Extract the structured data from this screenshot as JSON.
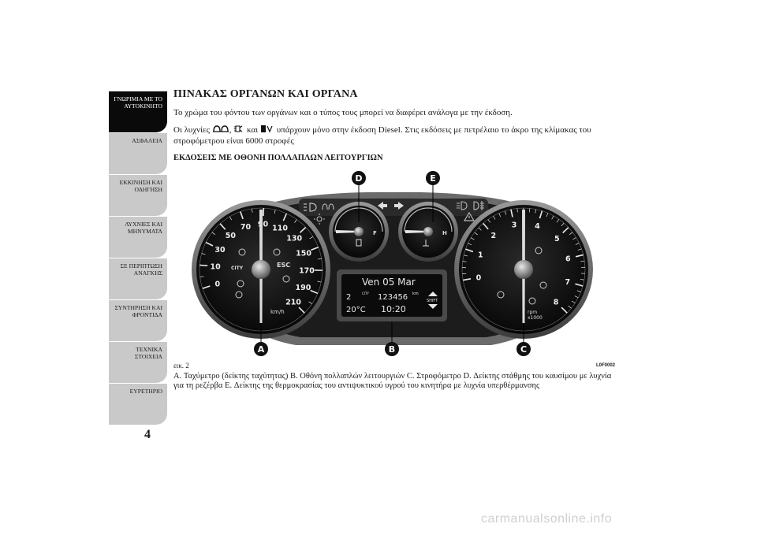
{
  "sidebar": {
    "items": [
      {
        "label": "ΓΝΩΡΙΜΙΑ ΜΕ ΤΟ\nΑΥΤΟΚΙΝΗΤΟ",
        "active": true
      },
      {
        "label": "ΑΣΦΑΛΕΙΑ",
        "active": false
      },
      {
        "label": "ΕΚΚΙΝΗΣΗ ΚΑΙ\nΟΔΗΓΗΣΗ",
        "active": false
      },
      {
        "label": "ΛΥΧΝΙΕΣ ΚΑΙ\nΜΗΝΥΜΑΤΑ",
        "active": false
      },
      {
        "label": "ΣΕ ΠΕΡΙΠΤΩΣΗ\nΑΝΑΓΚΗΣ",
        "active": false
      },
      {
        "label": "ΣΥΝΤΗΡΗΣΗ ΚΑΙ\nΦΡΟΝΤΙΔΑ",
        "active": false
      },
      {
        "label": "ΤΕΧΝΙΚΑ ΣΤΟΙΧΕΙΑ",
        "active": false
      },
      {
        "label": "ΕΥΡΕΤΗΡΙΟ",
        "active": false
      }
    ]
  },
  "page_number": "4",
  "title": "ΠΙΝΑΚΑΣ ΟΡΓΑΝΩΝ ΚΑΙ ΟΡΓΑΝΑ",
  "paragraph1": "Το χρώμα του φόντου των οργάνων και ο τύπος τους μπορεί να διαφέρει ανάλογα με την έκδοση.",
  "paragraph2": {
    "part1": "Οι λυχνίες",
    "part2": ",",
    "part3": "και",
    "part4": "υπάρχουν μόνο στην έκδοση Diesel. Στις εκδόσεις με πετρέλαιο το άκρο της κλίμακας του στροφόμετρου είναι 6000 στροφές"
  },
  "subtitle": "ΕΚΔΟΣΕΙΣ ΜΕ ΟΘΟΝΗ ΠΟΛΛΑΠΛΩΝ ΛΕΙΤΟΥΡΓΙΩΝ",
  "figure": {
    "code": "L0F0002",
    "label": "εικ. 2",
    "callouts": {
      "A": "A",
      "B": "B",
      "C": "C",
      "D": "D",
      "E": "E"
    },
    "speedo": {
      "ticks": [
        "0",
        "10",
        "30",
        "50",
        "70",
        "90",
        "110",
        "130",
        "150",
        "170",
        "190",
        "210"
      ],
      "unit": "km/h",
      "city": "CITY",
      "esc": "ESC"
    },
    "tacho": {
      "ticks": [
        "0",
        "1",
        "2",
        "3",
        "4",
        "5",
        "6",
        "7",
        "8"
      ],
      "unit1": "rpm",
      "unit2": "x1000"
    },
    "fuel_gauge": {
      "mark": "F"
    },
    "temp_gauge": {
      "mark": "H"
    },
    "display": {
      "date": "Ven 05 Mar",
      "odo": "123456",
      "odo_unit": "km",
      "odo_city": "CITY",
      "left_top": "2",
      "temp": "20°C",
      "time": "10:20",
      "shift": "SHIFT"
    }
  },
  "caption": "A. Ταχύμετρο (δείκτης ταχύτητας) B. Οθόνη πολλαπλών λειτουργιών C. Στροφόμετρο D. Δείκτης στάθμης του καυσίμου με λυχνία για τη ρεζέρβα E. Δείκτης της θερμοκρασίας του αντιψυκτικού υγρού του κινητήρα με λυχνία υπερθέρμανσης",
  "watermark": "carmanualsonline.info"
}
